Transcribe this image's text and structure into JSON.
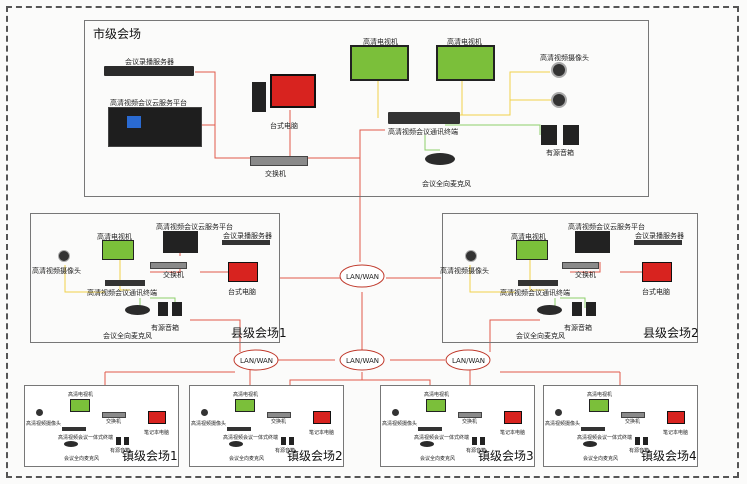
{
  "city": {
    "title": "市级会场",
    "recording_server": "会议录播服务器",
    "cloud_platform": "高清视频会议云服务平台",
    "desktop_pc": "台式电脑",
    "hd_tv_1": "高清电视机",
    "hd_tv_2": "高清电视机",
    "hd_camera": "高清视频摄像头",
    "terminal": "高清视频会议通讯终端",
    "switch": "交换机",
    "speakers": "有源音箱",
    "microphone": "会议全向麦克风"
  },
  "county1": {
    "title": "县级会场1",
    "hd_tv": "高清电视机",
    "cloud_platform": "高清视频会议云服务平台",
    "recording_server": "会议录播服务器",
    "hd_camera": "高清视频摄像头",
    "switch": "交换机",
    "desktop_pc": "台式电脑",
    "terminal": "高清视频会议通讯终端",
    "speakers": "有源音箱",
    "microphone": "会议全向麦克风"
  },
  "county2": {
    "title": "县级会场2",
    "hd_tv": "高清电视机",
    "cloud_platform": "高清视频会议云服务平台",
    "recording_server": "会议录播服务器",
    "hd_camera": "高清视频摄像头",
    "switch": "交换机",
    "desktop_pc": "台式电脑",
    "terminal": "高清视频会议通讯终端",
    "speakers": "有源音箱",
    "microphone": "会议全向麦克风"
  },
  "towns": [
    {
      "title": "镇级会场1",
      "hd_tv": "高清电视机",
      "camera": "高清视频摄像头",
      "switch": "交换机",
      "laptop": "笔记本电脑",
      "terminal": "高清视频会议一体式终端",
      "speakers": "有源音箱",
      "microphone": "会议全向麦克风"
    },
    {
      "title": "镇级会场2",
      "hd_tv": "高清电视机",
      "camera": "高清视频摄像头",
      "switch": "交换机",
      "laptop": "笔记本电脑",
      "terminal": "高清视频会议一体式终端",
      "speakers": "有源音箱",
      "microphone": "会议全向麦克风"
    },
    {
      "title": "镇级会场3",
      "hd_tv": "高清电视机",
      "camera": "高清视频摄像头",
      "switch": "交换机",
      "laptop": "笔记本电脑",
      "terminal": "高清视频会议一体式终端",
      "speakers": "有源音箱",
      "microphone": "会议全向麦克风"
    },
    {
      "title": "镇级会场4",
      "hd_tv": "高清电视机",
      "camera": "高清视频摄像头",
      "switch": "交换机",
      "laptop": "笔记本电脑",
      "terminal": "高清视频会议一体式终端",
      "speakers": "有源音箱",
      "microphone": "会议全向麦克风"
    }
  ],
  "network": {
    "lan_wan_center": "LAN/WAN",
    "lan_wan_left": "LAN/WAN",
    "lan_wan_mid": "LAN/WAN",
    "lan_wan_right": "LAN/WAN"
  },
  "colors": {
    "network_link": "#e05a4a",
    "video_link": "#f0d24a",
    "audio_link": "#8ccf6a",
    "tv_screen": "#7bbf3a",
    "pc_screen": "#d8231f"
  }
}
